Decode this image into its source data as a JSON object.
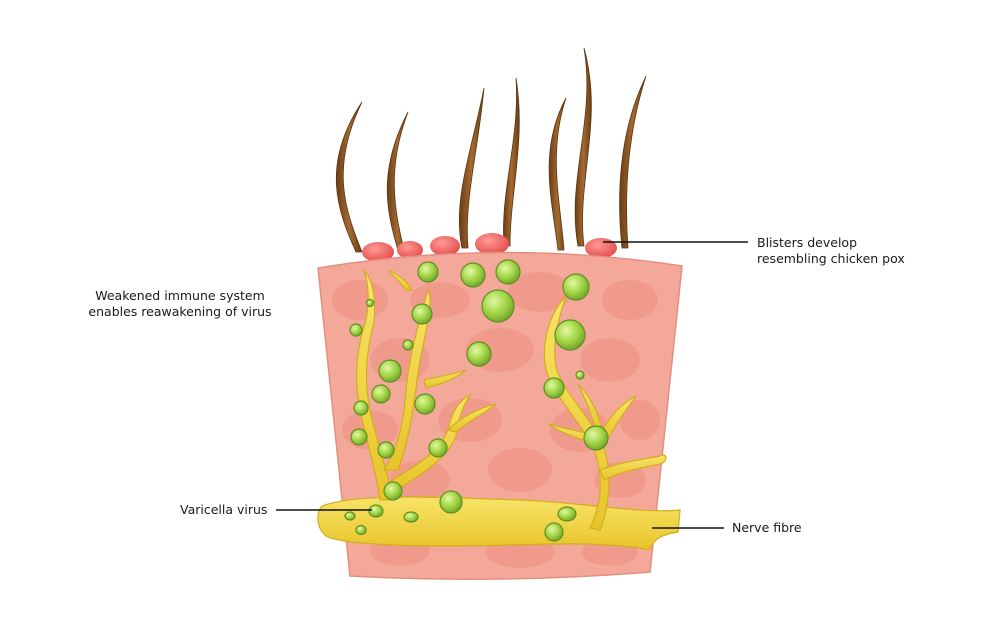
{
  "labels": {
    "immune_line1": "Weakened immune system",
    "immune_line2": "enables reawakening of virus",
    "blisters_line1": "Blisters develop",
    "blisters_line2": "resembling chicken pox",
    "varicella": "Varicella virus",
    "nerve": "Nerve fibre"
  },
  "colors": {
    "skin": "#f4a89a",
    "skin_spot": "#ee8f80",
    "skin_outline": "#e58e80",
    "hair": "#8a5424",
    "blister": "#ef5a5a",
    "nerve": "#f2d43c",
    "nerve_outline": "#d2ad1c",
    "virus": "#a3d644",
    "virus_outline": "#5f8f1f"
  }
}
